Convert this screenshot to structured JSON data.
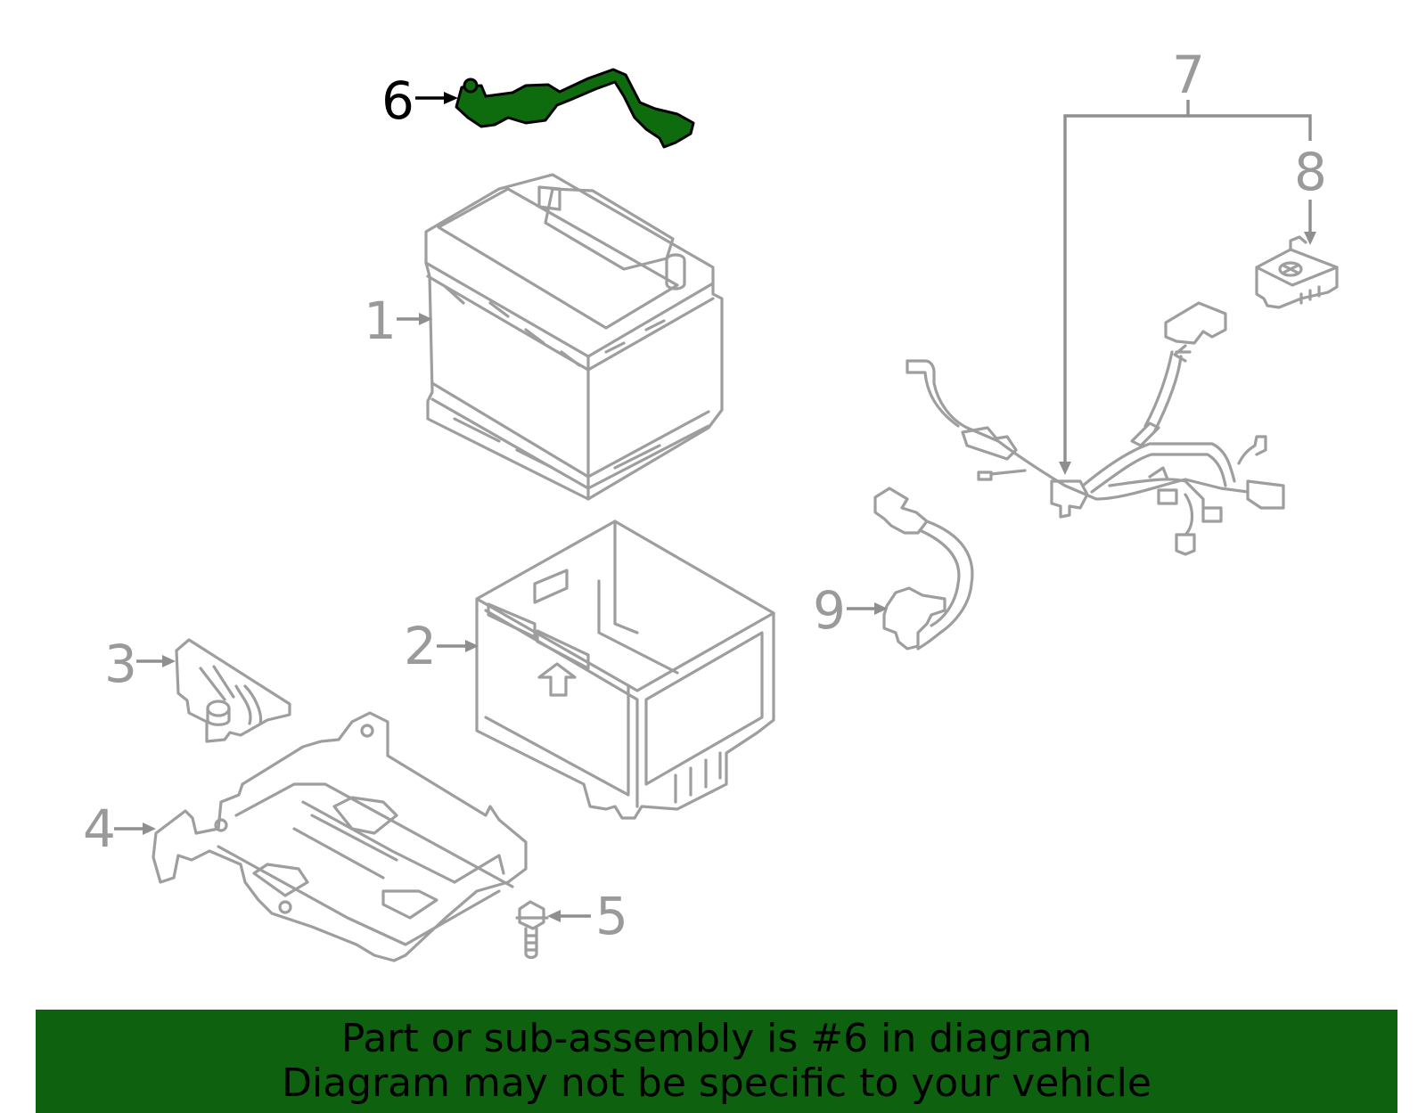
{
  "diagram": {
    "highlight_color": "#0e6b0e",
    "part_color": "#9e9e9e",
    "callouts": [
      {
        "id": "1",
        "text": "1"
      },
      {
        "id": "2",
        "text": "2"
      },
      {
        "id": "3",
        "text": "3"
      },
      {
        "id": "4",
        "text": "4"
      },
      {
        "id": "5",
        "text": "5"
      },
      {
        "id": "6",
        "text": "6",
        "highlighted": true
      },
      {
        "id": "7",
        "text": "7"
      },
      {
        "id": "8",
        "text": "8"
      },
      {
        "id": "9",
        "text": "9"
      }
    ]
  },
  "footer": {
    "line1": "Part or sub-assembly is #6 in diagram",
    "line2": "Diagram may not be specific to your vehicle",
    "background": "#0e610e"
  }
}
